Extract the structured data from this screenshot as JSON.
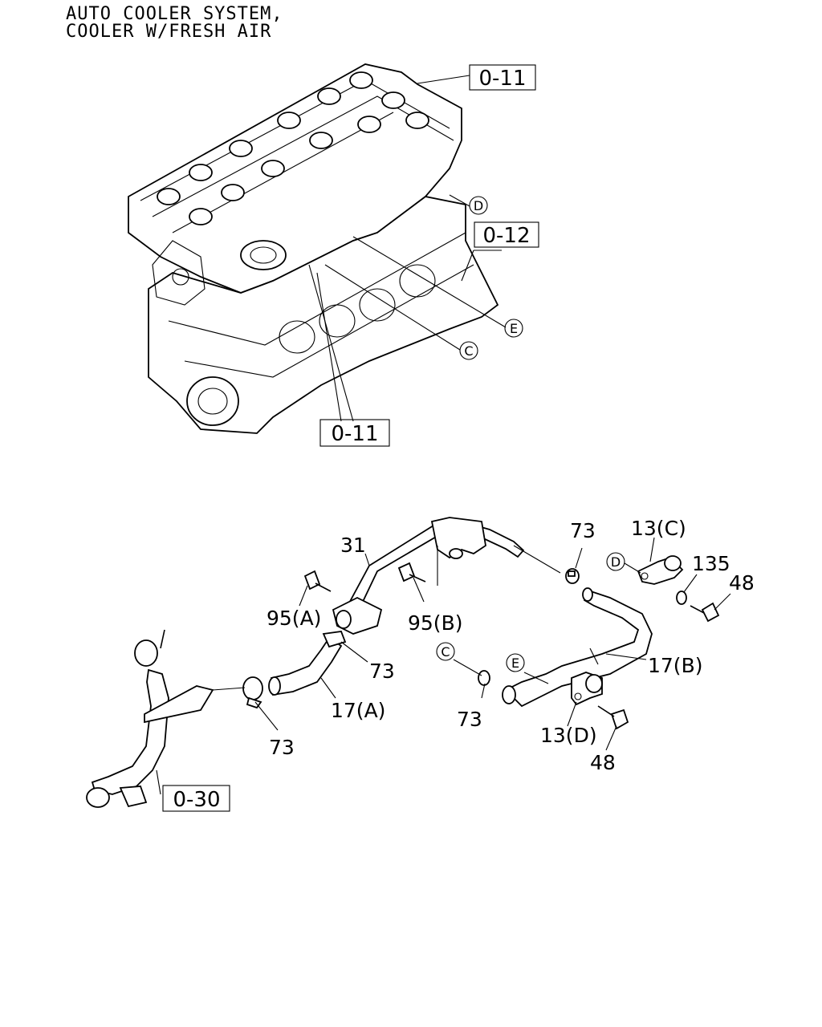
{
  "title": {
    "line1": "AUTO COOLER SYSTEM,",
    "line2": "COOLER W/FRESH AIR"
  },
  "references": {
    "ref_011_top": "0-11",
    "ref_012": "0-12",
    "ref_011_bottom": "0-11",
    "ref_030": "0-30"
  },
  "circle_markers": {
    "engine_d": "D",
    "engine_e": "E",
    "engine_c": "C",
    "clamp_d": "D",
    "hose_c": "C",
    "hose_e": "E"
  },
  "part_labels": {
    "pipe_31": "31",
    "clip_73_top": "73",
    "clamp_13c": "13(C)",
    "washer_135": "135",
    "bolt_48_top": "48",
    "bolt_95a": "95(A)",
    "bolt_95b": "95(B)",
    "clip_73_mid": "73",
    "hose_17b": "17(B)",
    "hose_17a": "17(A)",
    "clip_73_left": "73",
    "clip_73_bottom": "73",
    "clamp_13d": "13(D)",
    "bolt_48_bottom": "48"
  }
}
